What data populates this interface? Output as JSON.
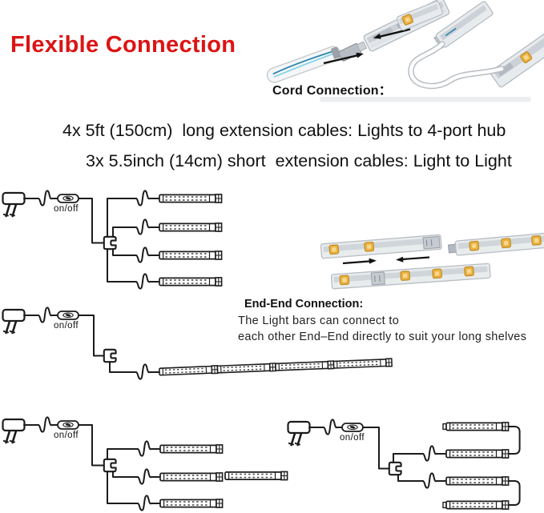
{
  "header": {
    "title": "Flexible Connection"
  },
  "sections": {
    "cord_connection": {
      "label": "Cord Connection："
    },
    "notes": {
      "line1": "4x 5ft (150cm)  long extension cables: Lights to 4-port hub",
      "line2": "3x 5.5inch (14cm) short  extension cables: Light to Light"
    },
    "end_end": {
      "heading": "End-End Connection:",
      "line1": "The Light bars can connect to",
      "line2": "each other End–End directly to suit your long shelves"
    }
  },
  "diagram": {
    "switch_label": "on/off"
  },
  "colors": {
    "heading": "#dc1414",
    "text": "#1a1a1a",
    "diagram_line": "#1c1c1c",
    "led": "#ecb244",
    "bar_body": "#e8ebee"
  }
}
